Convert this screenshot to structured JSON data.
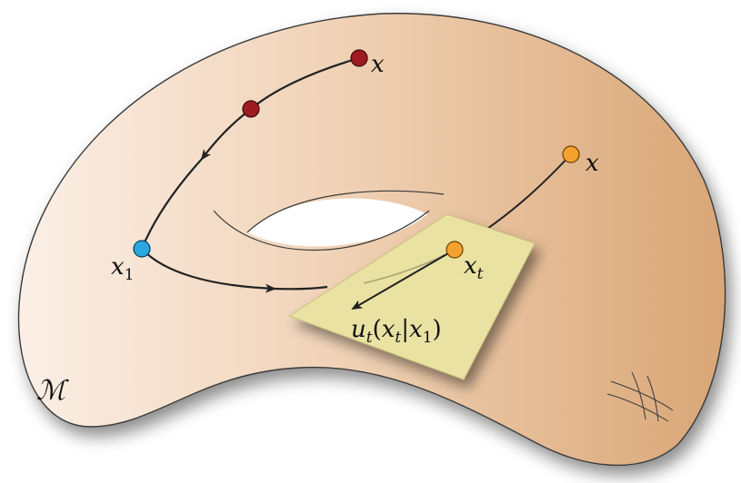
{
  "labels": {
    "manifold": "ℳ",
    "x_top_var": "x",
    "x_right_var": "x",
    "x1_var": "x",
    "x1_sub": "1",
    "xt_var": "x",
    "xt_sub": "t",
    "vf_u": "u",
    "vf_t": "t",
    "vf_open": "(",
    "vf_x": "x",
    "vf_t2": "t",
    "vf_bar": "|",
    "vf_x2": "x",
    "vf_one": "1",
    "vf_close": ")"
  },
  "colors": {
    "manifold_light": "#fbefe6",
    "manifold_dark": "#d9a676",
    "outline": "#3a3a3a",
    "tangent_plane": "#e9e2a3",
    "point_red": "#9e1b1f",
    "point_orange": "#f5a12f",
    "point_blue": "#2aa7e0",
    "curve": "#222222"
  }
}
